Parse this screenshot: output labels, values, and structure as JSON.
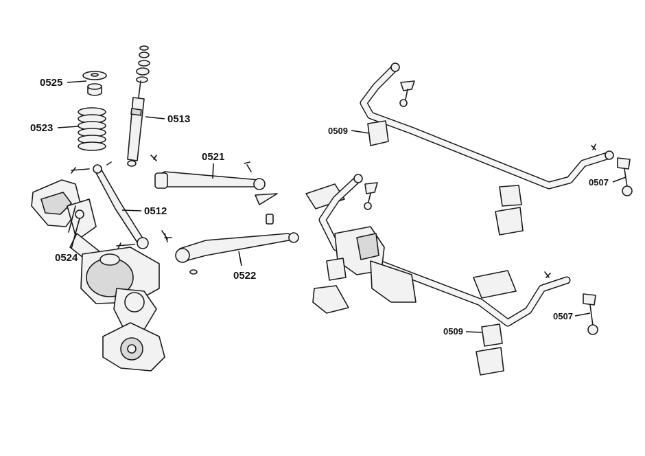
{
  "colors": {
    "line": "#1a1a1a",
    "fill": "#f2f2f2",
    "shade": "#d9d9d9",
    "label": "#111111"
  },
  "labels": {
    "p0525": "0525",
    "p0523": "0523",
    "p0513": "0513",
    "p0521": "0521",
    "p0512": "0512",
    "p0524": "0524",
    "p0522": "0522",
    "p0509_top": "0509",
    "p0507_top": "0507",
    "p0509_bottom": "0509",
    "p0507_bottom": "0507"
  }
}
